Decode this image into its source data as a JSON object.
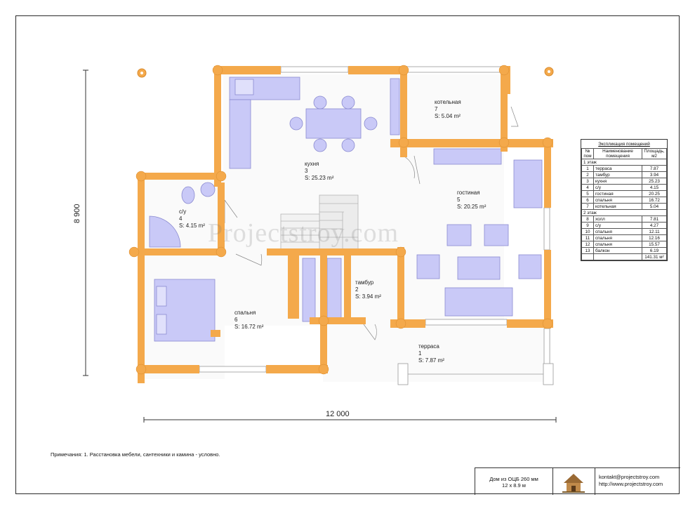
{
  "dimensions": {
    "width_label": "12 000",
    "height_label": "8 900"
  },
  "rooms": [
    {
      "id": "kitchen",
      "name": "кухня",
      "num": "3",
      "area": "S: 25.23 m²"
    },
    {
      "id": "boiler",
      "name": "котельная",
      "num": "7",
      "area": "S:  5.04 m²"
    },
    {
      "id": "bath",
      "name": "с/у",
      "num": "4",
      "area": "S: 4.15 m²"
    },
    {
      "id": "living",
      "name": "гостиная",
      "num": "5",
      "area": "S: 20.25 m²"
    },
    {
      "id": "vestibule",
      "name": "тамбур",
      "num": "2",
      "area": "S: 3.94 m²"
    },
    {
      "id": "bedroom",
      "name": "спальня",
      "num": "6",
      "area": "S: 16.72 m²"
    },
    {
      "id": "terrace",
      "name": "терраса",
      "num": "1",
      "area": "S: 7.87 m²"
    }
  ],
  "explication": {
    "title": "Экспликация помещений",
    "headers": [
      "№ пом",
      "Наименование помещения",
      "Площадь, м2"
    ],
    "floor1": "1 этаж",
    "floor1_rows": [
      [
        "1",
        "терраса",
        "7.87"
      ],
      [
        "2",
        "тамбур",
        "3.94"
      ],
      [
        "3",
        "кухня",
        "25.23"
      ],
      [
        "4",
        "с/у",
        "4.15"
      ],
      [
        "5",
        "гостиная",
        "20.25"
      ],
      [
        "6",
        "спальня",
        "16.72"
      ],
      [
        "7",
        "котельная",
        "5.04"
      ]
    ],
    "floor2": "2 этаж",
    "floor2_rows": [
      [
        "8",
        "холл",
        "7.81"
      ],
      [
        "9",
        "с/у",
        "4.27"
      ],
      [
        "10",
        "спальня",
        "12.11"
      ],
      [
        "11",
        "спальня",
        "12.16"
      ],
      [
        "12",
        "спальня",
        "15.57"
      ],
      [
        "13",
        "балкон",
        "6.19"
      ]
    ],
    "total": "141.31 м²"
  },
  "notes": "Примечания: 1. Расстановка мебели, сантехники и камина - условно.",
  "stamp": {
    "line1": "Дом из ОЦБ 260 мм",
    "line2": "12 х 8.9 м",
    "email": "kontakt@projectstroy.com",
    "site": "http://www.projectstroy.com"
  },
  "watermark": "Projectstroy.com",
  "colors": {
    "wall": "#f4a94b",
    "furniture": "#c9c9f7",
    "furniture_stroke": "#8a8ad0",
    "stairs": "#e8e8e8"
  }
}
